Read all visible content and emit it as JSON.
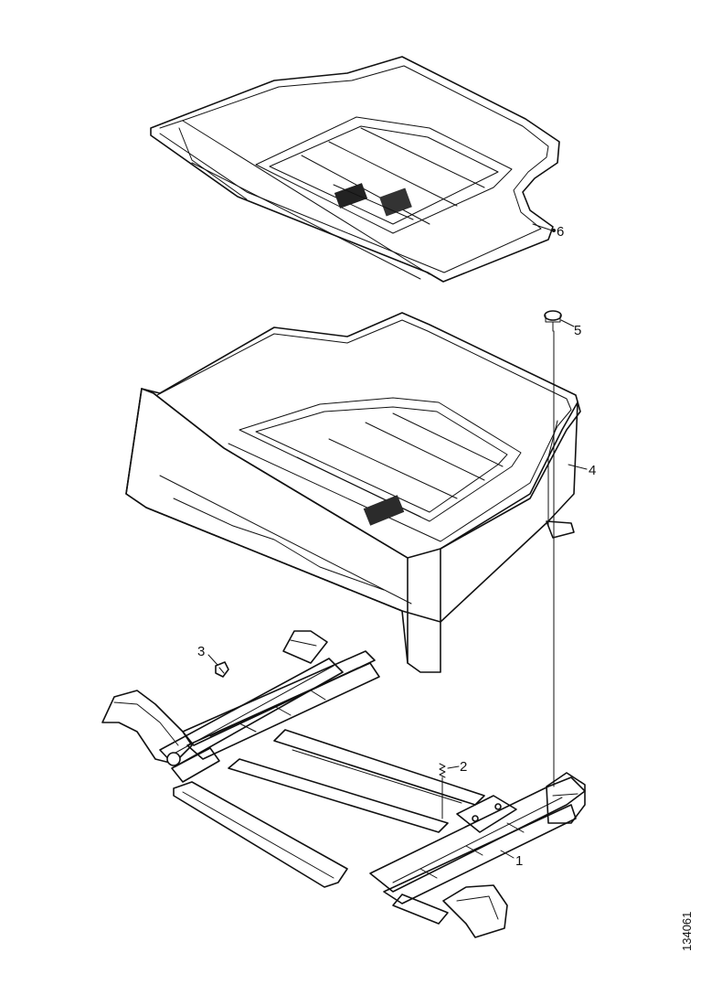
{
  "callouts": {
    "c1": "1",
    "c2": "2",
    "c3": "3",
    "c4": "4",
    "c5": "5",
    "c6": "6"
  },
  "reference_code": "134061"
}
